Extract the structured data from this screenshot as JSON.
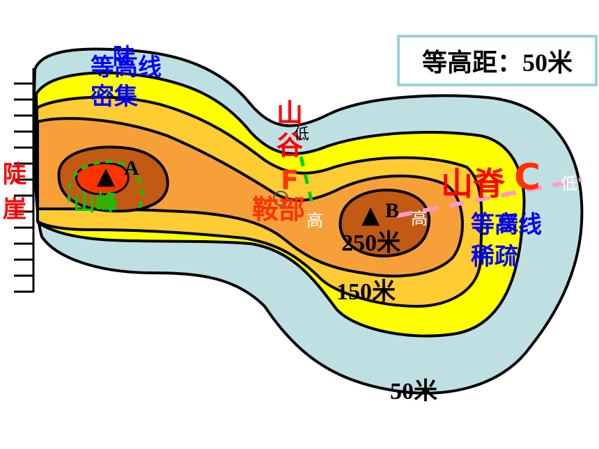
{
  "contour_interval_label": "等高距：50米",
  "contour_values": [
    "250米",
    "150米",
    "50米"
  ],
  "peaks": [
    {
      "marker": "▲",
      "name": "A"
    },
    {
      "marker": "▲",
      "name": "B"
    }
  ],
  "terms": {
    "steep": "陡崖",
    "peak": "山峰",
    "valley": "山谷",
    "saddle": "鞍部",
    "ridge": "山脊",
    "point_f": "F",
    "point_c": "C"
  },
  "slope_notes": {
    "dense_line": "等高线",
    "dense_word": "密集",
    "dense_overlay": "陡",
    "sparse_line": "等高线",
    "sparse_word": "稀疏",
    "sparse_overlay": "缓"
  },
  "relative_marks": {
    "low": "低",
    "high": "高"
  },
  "colors": {
    "lowland": "#bfe0e2",
    "level_100": "#ffff00",
    "level_150": "#ffcc33",
    "level_200": "#f7a03a",
    "level_250": "#e77b27",
    "level_300": "#c25a14",
    "summit": "#ff3300",
    "contour_line": "#000000",
    "red_label": "#ff0000",
    "blue_label": "#0000ff",
    "green_label": "#00cc00",
    "ridge_dash": "#ff99cc"
  }
}
